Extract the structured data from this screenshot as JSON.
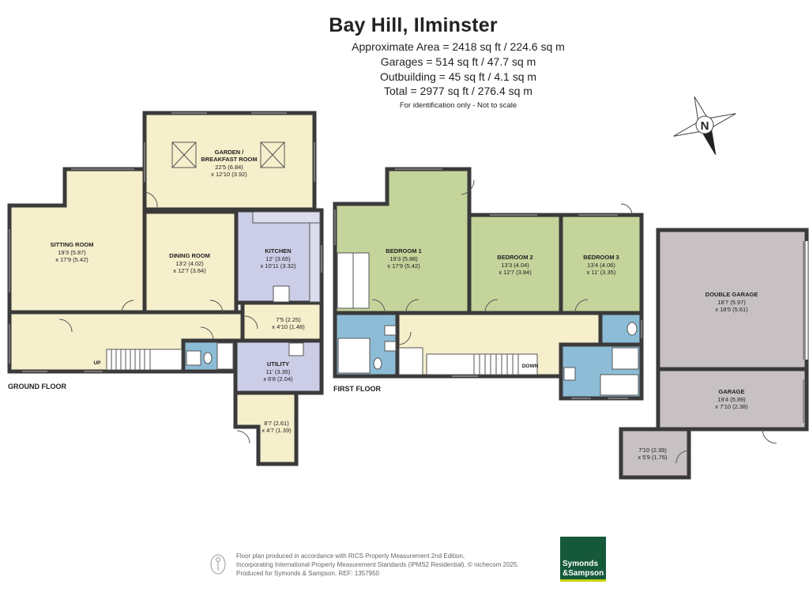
{
  "header": {
    "title": "Bay Hill, Ilminster",
    "areas": [
      "Approximate Area = 2418 sq ft / 224.6 sq m",
      "Garages = 514 sq ft / 47.7 sq m",
      "Outbuilding = 45 sq ft / 4.1 sq m",
      "Total = 2977 sq ft / 276.4 sq m"
    ],
    "disclaimer": "For identification only - Not to scale"
  },
  "compass": {
    "label": "N"
  },
  "floors": {
    "ground": "GROUND FLOOR",
    "first": "FIRST FLOOR"
  },
  "rooms": {
    "garden_room": {
      "name1": "GARDEN /",
      "name2": "BREAKFAST ROOM",
      "dim1": "22'5 (6.84)",
      "dim2": "x 12'10  (3.92)"
    },
    "sitting_room": {
      "name": "SITTING ROOM",
      "dim1": "19'3 (5.87)",
      "dim2": "x 17'9 (5.42)"
    },
    "dining_room": {
      "name": "DINING ROOM",
      "dim1": "13'2 (4.02)",
      "dim2": "x 12'7 (3.84)"
    },
    "kitchen": {
      "name": "KITCHEN",
      "dim1": "12' (3.65)",
      "dim2": "x 10'11 (3.32)"
    },
    "pantry": {
      "dim1": "7'5 (2.25)",
      "dim2": "x 4'10 (1.48)"
    },
    "utility": {
      "name": "UTILITY",
      "dim1": "11' (3.35)",
      "dim2": "x 6'8 (2.04)"
    },
    "porch": {
      "dim1": "8'7 (2.61)",
      "dim2": "x 4'7 (1.39)"
    },
    "bedroom1": {
      "name": "BEDROOM 1",
      "dim1": "19'3 (5.88)",
      "dim2": "x 17'9 (5.42)"
    },
    "bedroom2": {
      "name": "BEDROOM 2",
      "dim1": "13'3 (4.04)",
      "dim2": "x 12'7 (3.84)"
    },
    "bedroom3": {
      "name": "BEDROOM 3",
      "dim1": "13'4 (4.06)",
      "dim2": "x 11' (3.35)"
    },
    "double_garage": {
      "name": "DOUBLE GARAGE",
      "dim1": "18'7 (5.97)",
      "dim2": "x 18'5 (5.61)"
    },
    "garage": {
      "name": "GARAGE",
      "dim1": "19'4 (5.89)",
      "dim2": "x 7'10 (2.38)"
    },
    "outbuilding": {
      "dim1": "7'10 (2.39)",
      "dim2": "x 5'9 (1.76)"
    }
  },
  "stairs": {
    "up": "UP",
    "down": "DOWN"
  },
  "footer": {
    "line1": "Floor plan produced in accordance with RICS Property Measurement 2nd Edition,",
    "line2": "Incorporating International Property Measurement Standards (IPMS2 Residential).  © nichecom 2025.",
    "line3": "Produced for Symonds & Sampson.   REF:  1357950"
  },
  "brand": {
    "name": "Symonds\n&Sampson"
  },
  "colors": {
    "living": "#f6efcc",
    "kitchen": "#cccde6",
    "bath": "#8dbcd7",
    "bedroom": "#c4d49b",
    "garage": "#c8c1c3",
    "hall": "#f6efcc",
    "wall": "#3a3a3a"
  }
}
